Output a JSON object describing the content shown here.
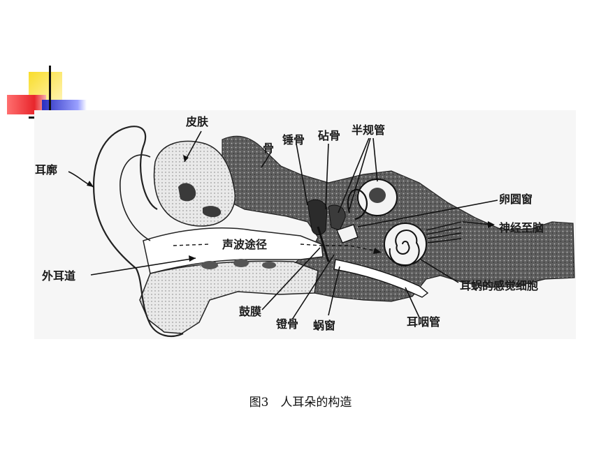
{
  "labels": {
    "skin": "皮肤",
    "auricle": "耳廓",
    "bone": "骨",
    "malleus": "锤骨",
    "incus": "砧骨",
    "semicircular_canals": "半规管",
    "oval_window": "卵圆窗",
    "nerve_to_brain": "神经至脑",
    "sound_path": "声波途径",
    "ear_canal": "外耳道",
    "cochlea_cells": "耳蜗的感觉细胞",
    "eardrum": "鼓膜",
    "stapes": "镫骨",
    "round_window": "蜗窗",
    "eustachian_tube": "耳咽管"
  },
  "caption": "图3　人耳朵的构造",
  "colors": {
    "corner_yellow": "#f7d21c",
    "corner_red": "#e8262c",
    "corner_blue": "#2a2fbf",
    "ink": "#111111"
  }
}
